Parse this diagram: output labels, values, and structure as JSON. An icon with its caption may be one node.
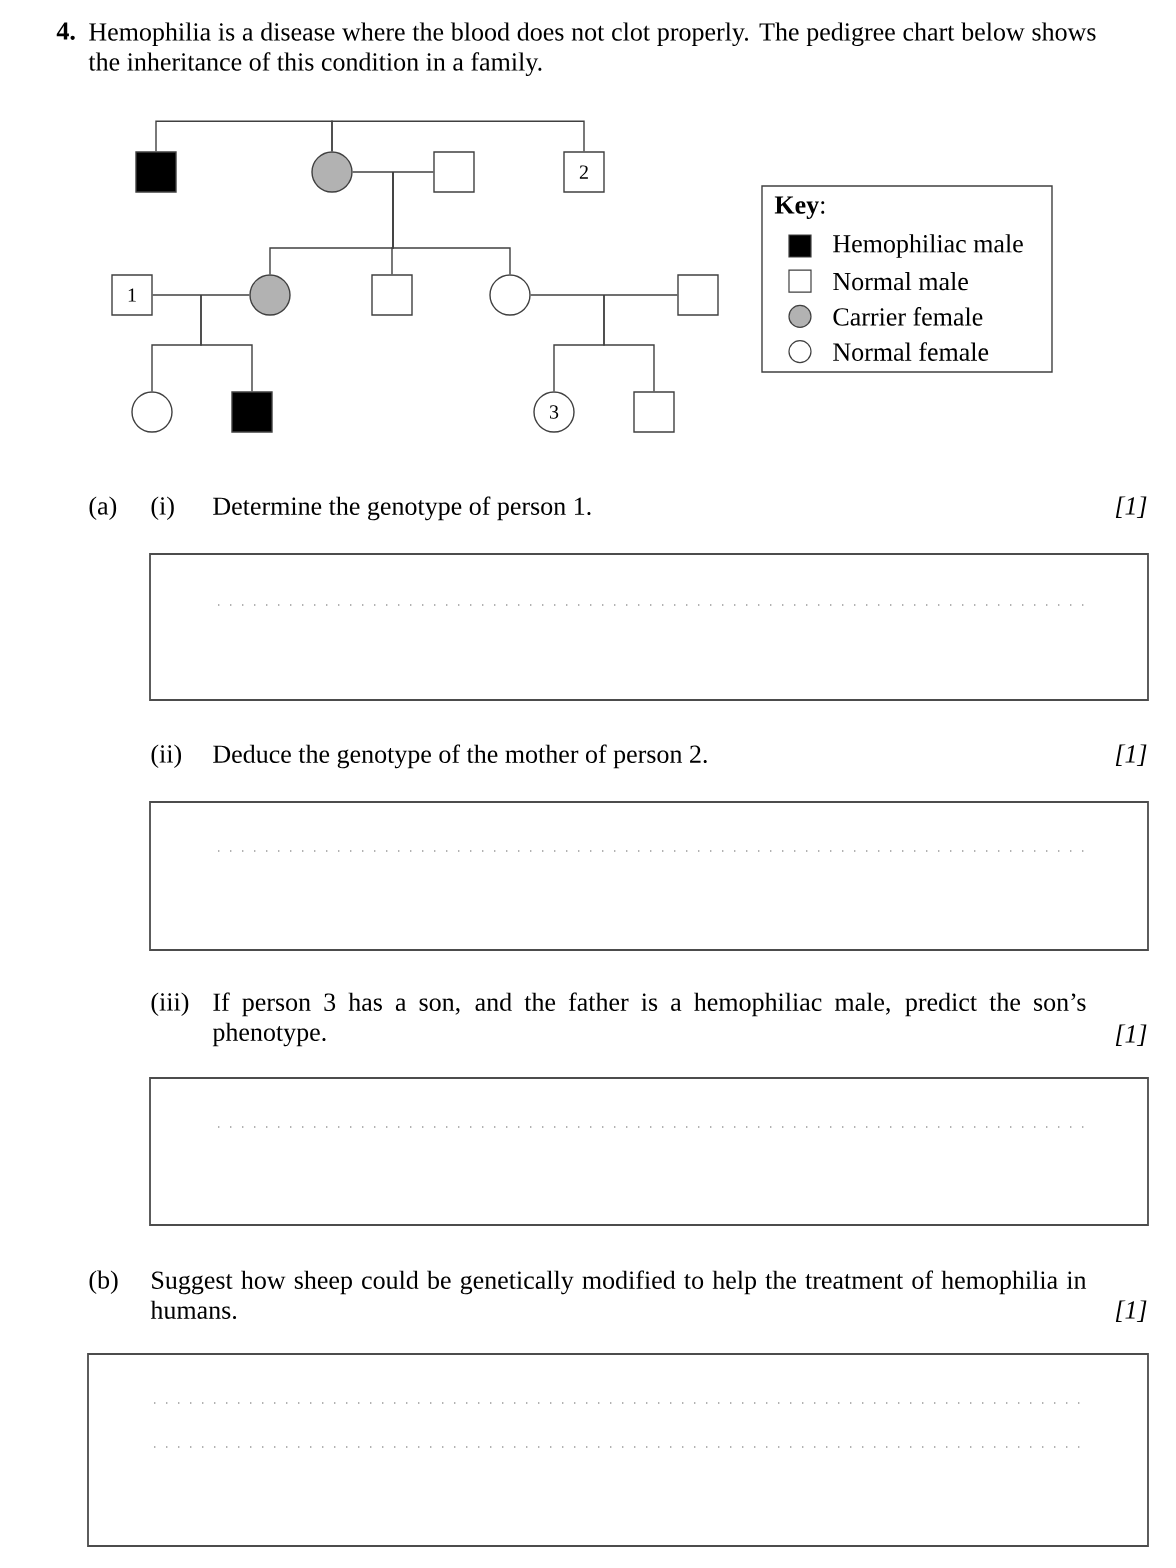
{
  "diagram": {
    "nodes": [
      {
        "text": [],
        "shape": "box"
      },
      {
        "text": [],
        "shape": "circle"
      },
      {
        "text": [],
        "shape": "box"
      },
      {
        "text": [
          "2"
        ]
      },
      {
        "text": [
          "1"
        ]
      },
      {
        "text": [],
        "shape": "circle"
      },
      {
        "text": [],
        "shape": "box"
      },
      {
        "text": [],
        "shape": "circle"
      },
      {
        "text": [],
        "shape": "box"
      },
      {
        "text": [],
        "shape": "circle"
      },
      {
        "text": [],
        "shape": "box"
      },
      {
        "text": [
          "3"
        ]
      },
      {
        "text": [],
        "shape": "box"
      }
    ],
    "edges": [
      {
        "from": 0,
        "to": 1,
        "arrow": "none"
      },
      {
        "from": 1,
        "to": 3,
        "arrow": "none"
      },
      {
        "from": 1,
        "to": 2,
        "arrow": "none"
      },
      {
        "from": 1,
        "to": 5,
        "arrow": "none"
      },
      {
        "from": 1,
        "to": 6,
        "arrow": "none"
      },
      {
        "from": 1,
        "to": 7,
        "arrow": "none"
      },
      {
        "from": 4,
        "to": 5,
        "arrow": "none"
      },
      {
        "from": 7,
        "to": 8,
        "arrow": "none"
      },
      {
        "from": 5,
        "to": 9,
        "arrow": "none"
      },
      {
        "from": 5,
        "to": 10,
        "arrow": "none"
      },
      {
        "from": 7,
        "to": 11,
        "arrow": "none"
      },
      {
        "from": 7,
        "to": 12,
        "arrow": "none"
      }
    ],
    "labels": [
      "4.",
      "Hemophilia is a disease where the blood does not clot properly.  The pedigree chart below shows the inheritance of this condition in a family.",
      "**Key**:",
      "(a)",
      "(i)",
      "Determine the genotype of person 1.",
      "[1]",
      "(ii)",
      "Deduce the genotype of the mother of person 2.",
      "[1]",
      "(iii)",
      "If person 3 has a son, and the father is a hemophiliac male, predict the son’s phenotype.",
      "[1]",
      "(b)",
      "Suggest how sheep could be genetically modified to help the treatment of hemophilia in humans.",
      "[1]"
    ],
    "legend": [
      {
        "text": "Hemophiliac male"
      },
      {
        "text": "Normal male"
      },
      {
        "text": "Carrier female"
      },
      {
        "text": "Normal female"
      }
    ]
  }
}
